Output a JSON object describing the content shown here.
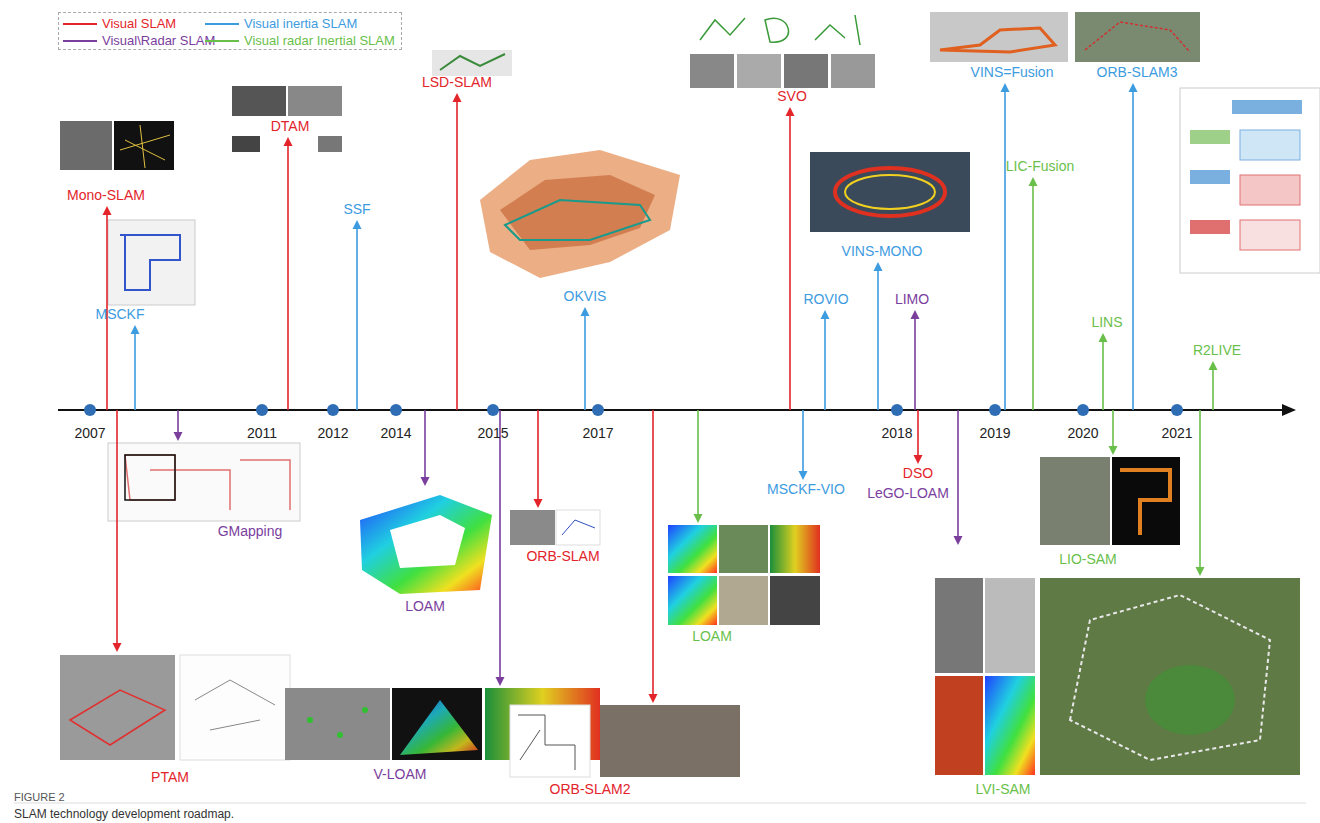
{
  "diagram": {
    "caption": "SLAM technology development roadmap.",
    "labels": [
      "2007",
      "2011",
      "2012",
      "2014",
      "2015",
      "2017",
      "2018",
      "2019",
      "2020",
      "2021",
      "Mono-SLAM",
      "MSCKF",
      "DTAM",
      "SSF",
      "LSD-SLAM",
      "OKVIS",
      "SVO",
      "ROVIO",
      "VINS-MONO",
      "LIMO",
      "VINS=Fusion",
      "LIC-Fusion",
      "LINS",
      "ORB-SLAM3",
      "R2LIVE",
      "PTAM",
      "GMapping",
      "LOAM",
      "V-LOAM",
      "ORB-SLAM",
      "ORB-SLAM2",
      "LOAM",
      "MSCKF-VIO",
      "DSO",
      "LeGO-LOAM",
      "LIO-SAM",
      "LVI-SAM",
      "FIGURE 2"
    ],
    "legend": [
      {
        "text": "Visual SLAM",
        "color": "#e3242b"
      },
      {
        "text": "Visual inertia SLAM",
        "color": "#3d9be0"
      },
      {
        "text": "Visual\\Radar SLAM",
        "color": "#7a3e9d"
      },
      {
        "text": "Visual radar Inertial SLAM",
        "color": "#6abf4b"
      }
    ]
  }
}
